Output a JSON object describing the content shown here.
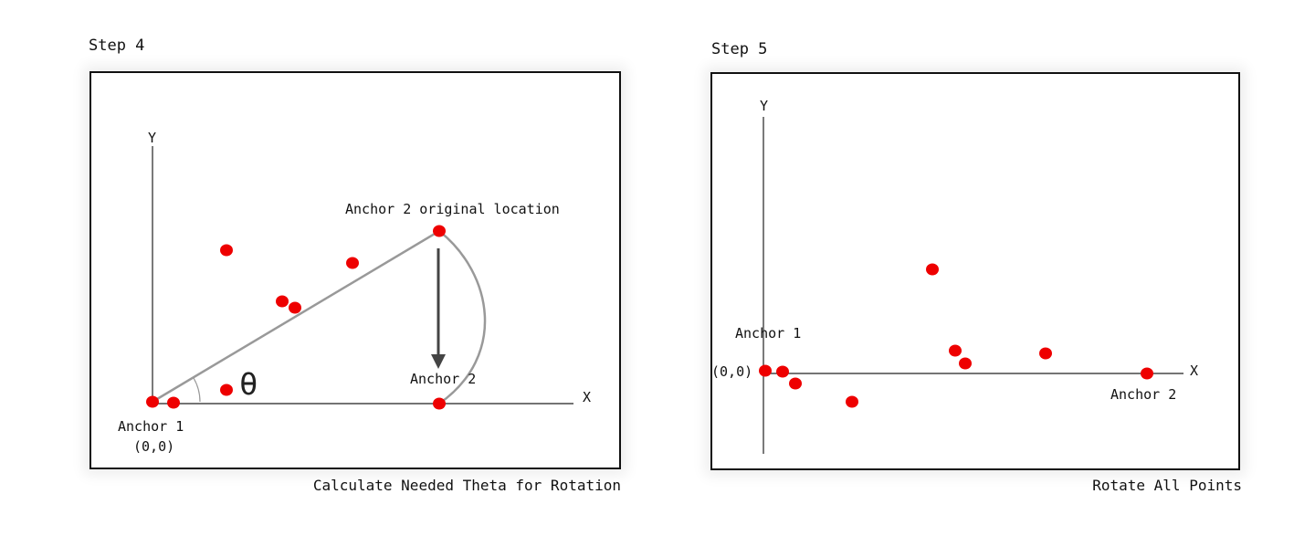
{
  "step4": {
    "title": "Step 4",
    "caption": "Calculate Needed Theta for Rotation",
    "axis_x": "X",
    "axis_y": "Y",
    "anchor1_label": "Anchor 1",
    "anchor1_coords": "(0,0)",
    "anchor2_label": "Anchor 2",
    "anchor2_original_label": "Anchor 2 original location",
    "theta_symbol": "θ"
  },
  "step5": {
    "title": "Step 5",
    "caption": "Rotate All Points",
    "axis_x": "X",
    "axis_y": "Y",
    "anchor1_label": "Anchor 1",
    "anchor1_coords": "(0,0)",
    "anchor2_label": "Anchor 2"
  },
  "colors": {
    "point": "#ee0000",
    "axis": "#222222",
    "guide": "#999999",
    "arrow": "#444444"
  }
}
